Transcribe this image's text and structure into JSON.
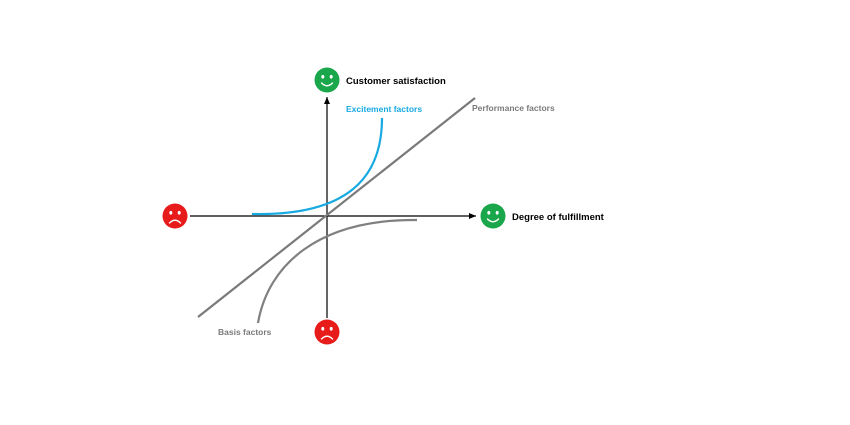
{
  "labels": {
    "y_axis": "Customer satisfaction",
    "x_axis": "Degree of fulfillment",
    "excitement": "Excitement factors",
    "performance": "Performance factors",
    "basis": "Basis factors"
  },
  "faces": {
    "top": "smiley-face",
    "right": "smiley-face",
    "left": "frowning-face",
    "bottom": "frowning-face"
  },
  "colors": {
    "positive": "#1aa64a",
    "negative": "#e81b1b",
    "excitement": "#17a9e1",
    "performance": "#7a7a7a",
    "basis": "#808080",
    "axis": "#000000"
  }
}
